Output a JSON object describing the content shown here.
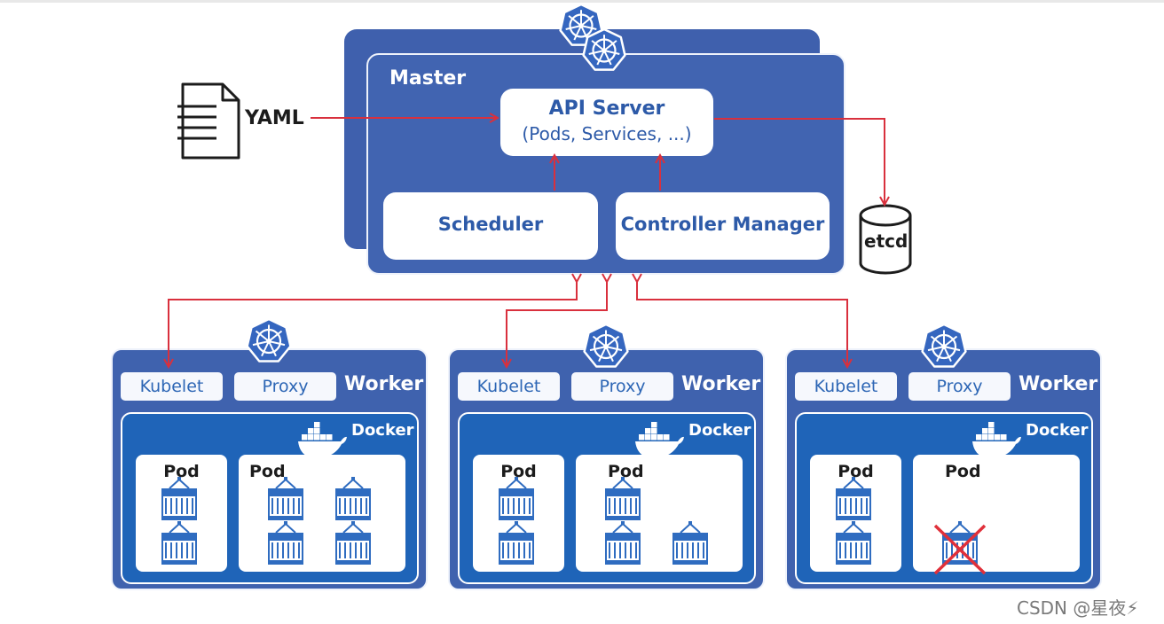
{
  "yaml_label": "YAML",
  "master": {
    "label": "Master",
    "api_server": {
      "title": "API Server",
      "subtitle": "(Pods, Services, ...)"
    },
    "scheduler": "Scheduler",
    "controller_manager": "Controller Manager"
  },
  "etcd_label": "etcd",
  "workers": [
    {
      "label": "Worker",
      "kubelet": "Kubelet",
      "proxy": "Proxy",
      "runtime": "Docker",
      "pods": [
        {
          "label": "Pod",
          "containers": 2
        },
        {
          "label": "Pod",
          "containers": 4
        }
      ]
    },
    {
      "label": "Worker",
      "kubelet": "Kubelet",
      "proxy": "Proxy",
      "runtime": "Docker",
      "pods": [
        {
          "label": "Pod",
          "containers": 2
        },
        {
          "label": "Pod",
          "containers": 3
        }
      ]
    },
    {
      "label": "Worker",
      "kubelet": "Kubelet",
      "proxy": "Proxy",
      "runtime": "Docker",
      "pods": [
        {
          "label": "Pod",
          "containers": 2
        },
        {
          "label": "Pod",
          "containers": 1,
          "failed_containers": 1
        }
      ]
    }
  ],
  "watermark": "CSDN @星夜⚡",
  "colors": {
    "master_blue": "#4164b1",
    "docker_blue": "#1f64b8",
    "connector_red": "#d9303d",
    "container_blue": "#2f6cc0"
  },
  "icons": {
    "k8s": "kubernetes-helm-icon",
    "docker": "docker-whale-icon",
    "document": "document-icon",
    "container": "shipping-container-icon",
    "database": "database-cylinder-icon"
  }
}
